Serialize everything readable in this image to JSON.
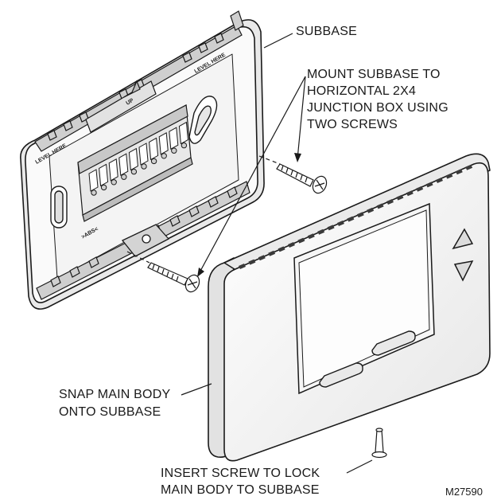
{
  "labels": {
    "subbase": "SUBBASE",
    "mount_line1": "MOUNT SUBBASE TO",
    "mount_line2": "HORIZONTAL 2X4",
    "mount_line3": "JUNCTION BOX USING",
    "mount_line4": "TWO SCREWS",
    "snap_line1": "SNAP MAIN BODY",
    "snap_line2": "ONTO SUBBASE",
    "insert_line1": "INSERT SCREW TO LOCK",
    "insert_line2": "MAIN BODY TO SUBBASE",
    "figure_id": "M27590"
  },
  "embossed": {
    "level_here_right": "LEVEL HERE",
    "level_here_left": "LEVEL HERE",
    "up": "UP",
    "arrow_mark": ">ABS<"
  },
  "colors": {
    "line": "#1a1a1a",
    "fill_light": "#f2f2f2",
    "fill_mid": "#d9d9d9",
    "fill_dark": "#9a9a9a"
  }
}
